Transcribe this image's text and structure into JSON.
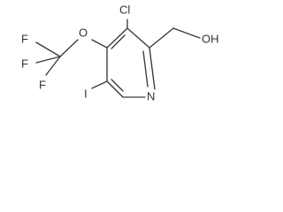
{
  "molecule": {
    "atoms": {
      "f1": "F",
      "f2": "F",
      "f3": "F",
      "o_ether": "O",
      "cl": "Cl",
      "oh": "OH",
      "n": "N",
      "i": "I"
    }
  }
}
